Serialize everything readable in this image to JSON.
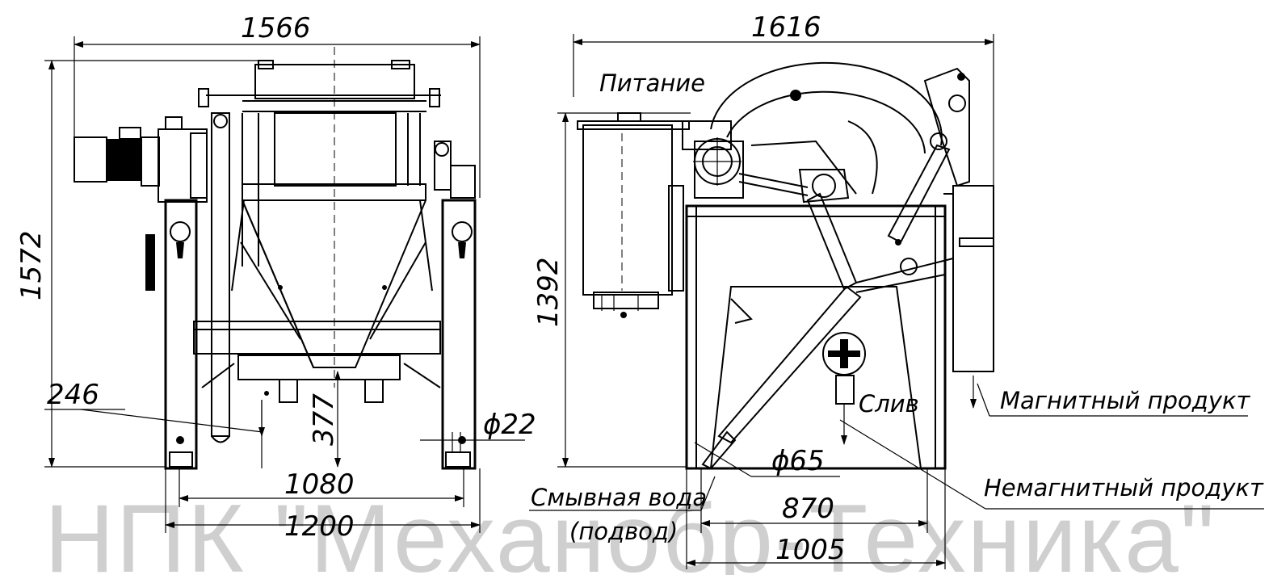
{
  "front_view": {
    "dims": {
      "overall_width": "1566",
      "overall_height": "1572",
      "offset": "246",
      "height_377": "377",
      "hole_diameter": "ϕ22",
      "leg_inner": "1080",
      "leg_outer": "1200"
    }
  },
  "side_view": {
    "dims": {
      "overall_width": "1616",
      "height": "1392",
      "pipe_diameter": "ϕ65",
      "base_inner": "870",
      "base_outer": "1005"
    },
    "labels": {
      "feed": "Питание",
      "drain": "Слив",
      "magnetic_product": "Магнитный продукт",
      "nonmagnetic_product": "Немагнитный продукт",
      "wash_water_line1": "Смывная вода",
      "wash_water_line2": "(подвод)"
    }
  },
  "watermark": "НПК \"Механобр-Техника\""
}
